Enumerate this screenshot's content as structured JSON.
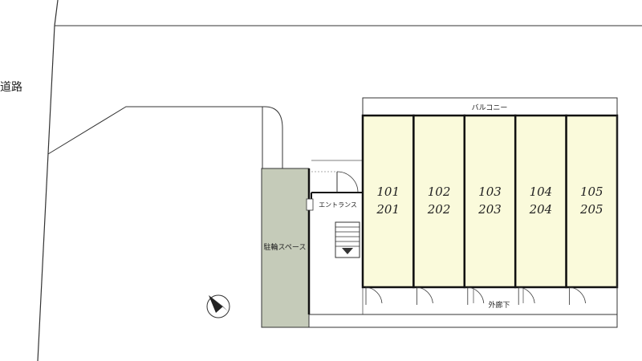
{
  "labels": {
    "road": "道路",
    "balcony": "バルコニー",
    "entrance": "エントランス",
    "bicycle_parking": "駐輪スペース",
    "outer_corridor": "外廊下"
  },
  "units": [
    {
      "first_floor": "101",
      "second_floor": "201"
    },
    {
      "first_floor": "102",
      "second_floor": "202"
    },
    {
      "first_floor": "103",
      "second_floor": "203"
    },
    {
      "first_floor": "104",
      "second_floor": "204"
    },
    {
      "first_floor": "105",
      "second_floor": "205"
    }
  ],
  "colors": {
    "unit_fill": "#fafadb",
    "bicycle_fill": "#c5cbb9",
    "line": "#333333"
  },
  "icons": {
    "north": "compass-north-icon",
    "stairs": "stairs-icon",
    "door": "door-swing-icon"
  }
}
